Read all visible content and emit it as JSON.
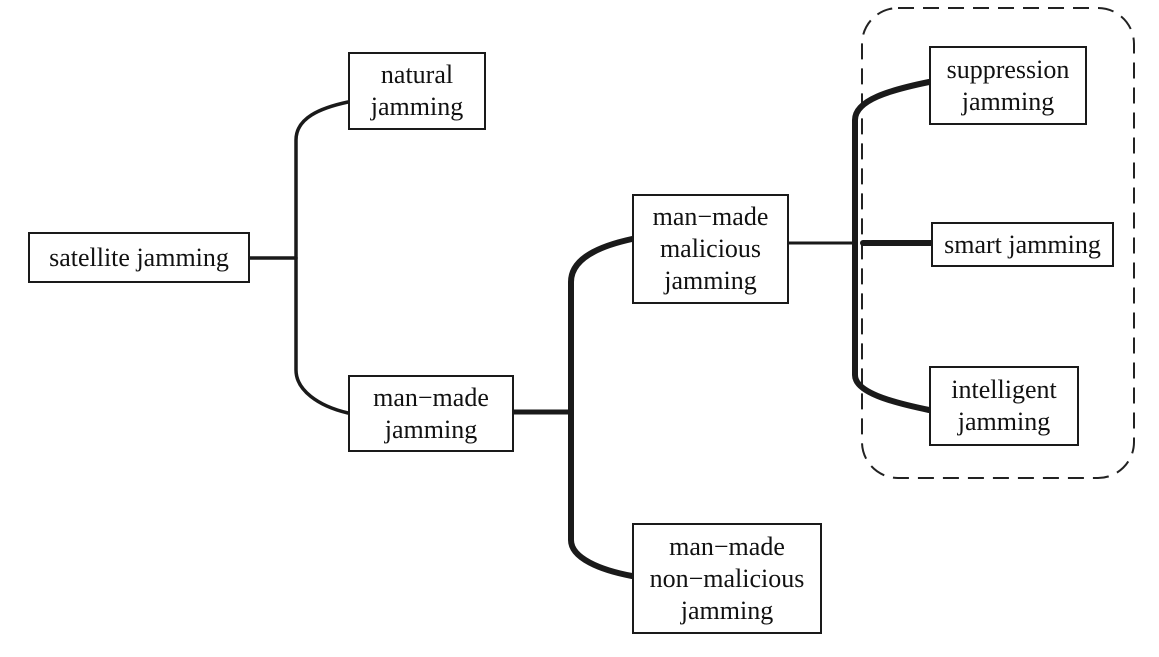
{
  "nodes": {
    "satellite_jamming": "satellite jamming",
    "natural_jamming": "natural\njamming",
    "man_made_jamming": "man−made\njamming",
    "malicious_jamming": "man−made\nmalicious\njamming",
    "non_malicious_jamming": "man−made\nnon−malicious\njamming",
    "suppression_jamming": "suppression\njamming",
    "smart_jamming": "smart jamming",
    "intelligent_jamming": "intelligent\njamming"
  },
  "colors": {
    "line": "#1a1a1a",
    "box_border": "#1a1a1a",
    "background": "#ffffff"
  }
}
